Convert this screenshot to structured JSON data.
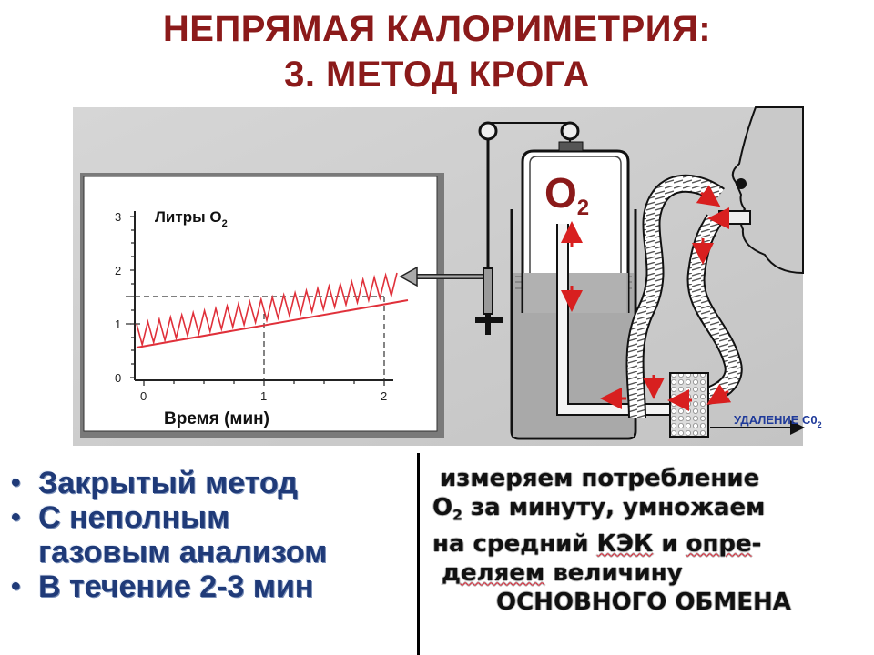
{
  "title": {
    "line1": "НЕПРЯМАЯ КАЛОРИМЕТРИЯ:",
    "line2": "3. МЕТОД КРОГА"
  },
  "graph": {
    "ylabel_text": "Литры O",
    "ylabel_sub": "2",
    "xlabel": "Время (мин)",
    "y_ticks": [
      "0",
      "1",
      "2",
      "3"
    ],
    "x_ticks": [
      "0",
      "1",
      "2"
    ]
  },
  "apparatus": {
    "o2_label": "O",
    "o2_sub": "2",
    "co2_label": "УДАЛЕНИЕ С0",
    "co2_sub": "2"
  },
  "bullets": {
    "b1": "Закрытый метод",
    "b2_line1": "С неполным",
    "b2_line2": "газовым анализом",
    "b3": "В течение 2-3 мин"
  },
  "description": {
    "line1": "измеряем потребление",
    "line2_sym": "O",
    "line2_sub": "2",
    "line2_rest": " за минуту, умножаем",
    "line3_a": "на средний ",
    "line3_kek": "КЭК",
    "line3_b": " и ",
    "line3_opre": "опре",
    "line3_c": "-",
    "line4_a": "",
    "line4_del": "деляем",
    "line4_b": " величину",
    "line5": "ОСНОВНОГО ОБМЕНА"
  },
  "colors": {
    "title": "#8b1a1a",
    "bullets": "#1f3a78",
    "trace": "#e0303a",
    "arrows": "#d81f1f"
  }
}
